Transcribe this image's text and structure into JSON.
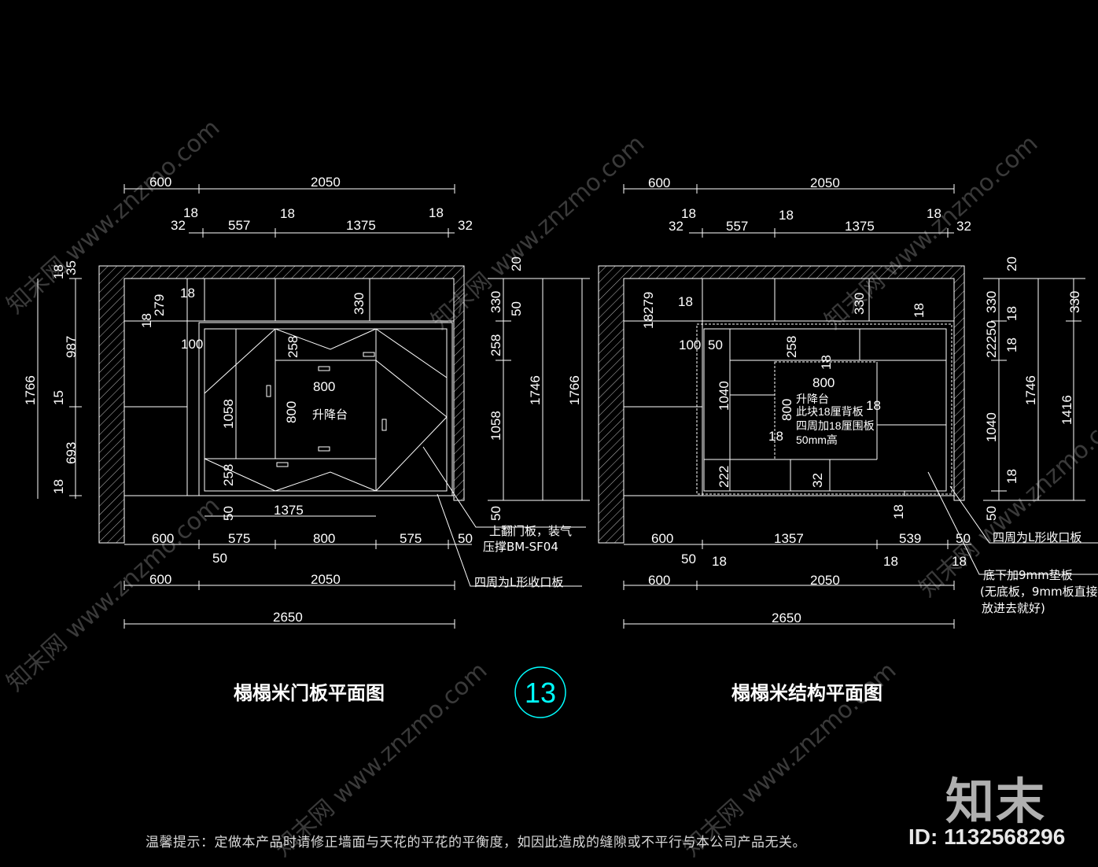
{
  "left_title": "榻榻米门板平面图",
  "right_title": "榻榻米结构平面图",
  "sheet_number": "13",
  "footer_note": "温馨提示：定做本产品时请修正墙面与天花的平花的平衡度，如因此造成的缝隙或不平行与本公司产品无关。",
  "image_id": "ID: 1132568296",
  "brand_mark": "知末",
  "watermark": "知末网 www.znzmo.com",
  "left": {
    "top_dims": [
      "600",
      "2050"
    ],
    "second_dims": [
      "32",
      "18",
      "557",
      "18",
      "1375",
      "18",
      "32"
    ],
    "left_side": [
      "18",
      "35",
      "987",
      "15",
      "693",
      "18",
      "1766"
    ],
    "right_side": [
      "20",
      "330",
      "50",
      "258",
      "1058",
      "1746",
      "1766",
      "50"
    ],
    "inner": [
      "279",
      "18",
      "18",
      "100",
      "258",
      "330",
      "800",
      "800",
      "1058",
      "258",
      "50",
      "1375"
    ],
    "lift_label": "升降台",
    "bottom_row": [
      "600",
      "575",
      "800",
      "575",
      "50",
      "50"
    ],
    "bottom2": [
      "600",
      "2050"
    ],
    "total": "2650",
    "note1a": "上翻门板，装气",
    "note1b": "压撑BM-SF04",
    "note2": "四周为L形收口板"
  },
  "right": {
    "top_dims": [
      "600",
      "2050"
    ],
    "second_dims": [
      "32",
      "18",
      "557",
      "18",
      "1375",
      "18",
      "32"
    ],
    "right_side": [
      "20",
      "330",
      "18",
      "22250",
      "18",
      "1040",
      "18",
      "50",
      "1746",
      "330",
      "1416"
    ],
    "inner": [
      "18279",
      "18",
      "100",
      "50",
      "330",
      "18",
      "258",
      "800",
      "18",
      "1040",
      "800",
      "18",
      "18",
      "222",
      "32",
      "18"
    ],
    "lift_l1": "升降台",
    "lift_l2": "此块18厘背板",
    "lift_l3": "四周加18厘围板",
    "lift_l4": "50mm高",
    "bottom_row": [
      "600",
      "1357",
      "539",
      "50",
      "50",
      "18",
      "18",
      "18"
    ],
    "bottom2": [
      "600",
      "2050"
    ],
    "total": "2650",
    "note1": "四周为L形收口板",
    "note2a": "底下加9mm垫板",
    "note2b": "(无底板，9mm板直接",
    "note2c": "放进去就好)"
  },
  "colors": {
    "background": "#000000",
    "line": "#ffffff",
    "circle": "#00ffff"
  }
}
